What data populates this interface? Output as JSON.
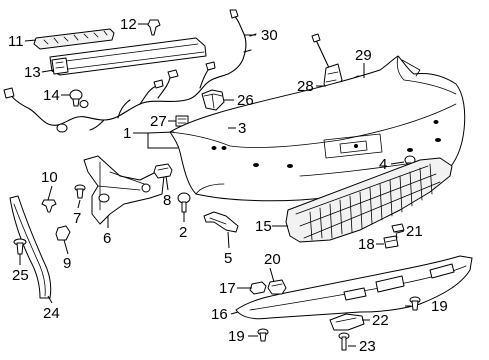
{
  "colors": {
    "line": "#000000",
    "background": "#ffffff"
  },
  "callouts": {
    "c1": "1",
    "c2": "2",
    "c3": "3",
    "c4": "4",
    "c5": "5",
    "c6": "6",
    "c7": "7",
    "c8": "8",
    "c9": "9",
    "c10": "10",
    "c11": "11",
    "c12": "12",
    "c13": "13",
    "c14": "14",
    "c15": "15",
    "c16": "16",
    "c17": "17",
    "c18": "18",
    "c19a": "19",
    "c19b": "19",
    "c20": "20",
    "c21": "21",
    "c22": "22",
    "c23": "23",
    "c24": "24",
    "c25": "25",
    "c26": "26",
    "c27": "27",
    "c28": "28",
    "c29": "29",
    "c30": "30"
  }
}
